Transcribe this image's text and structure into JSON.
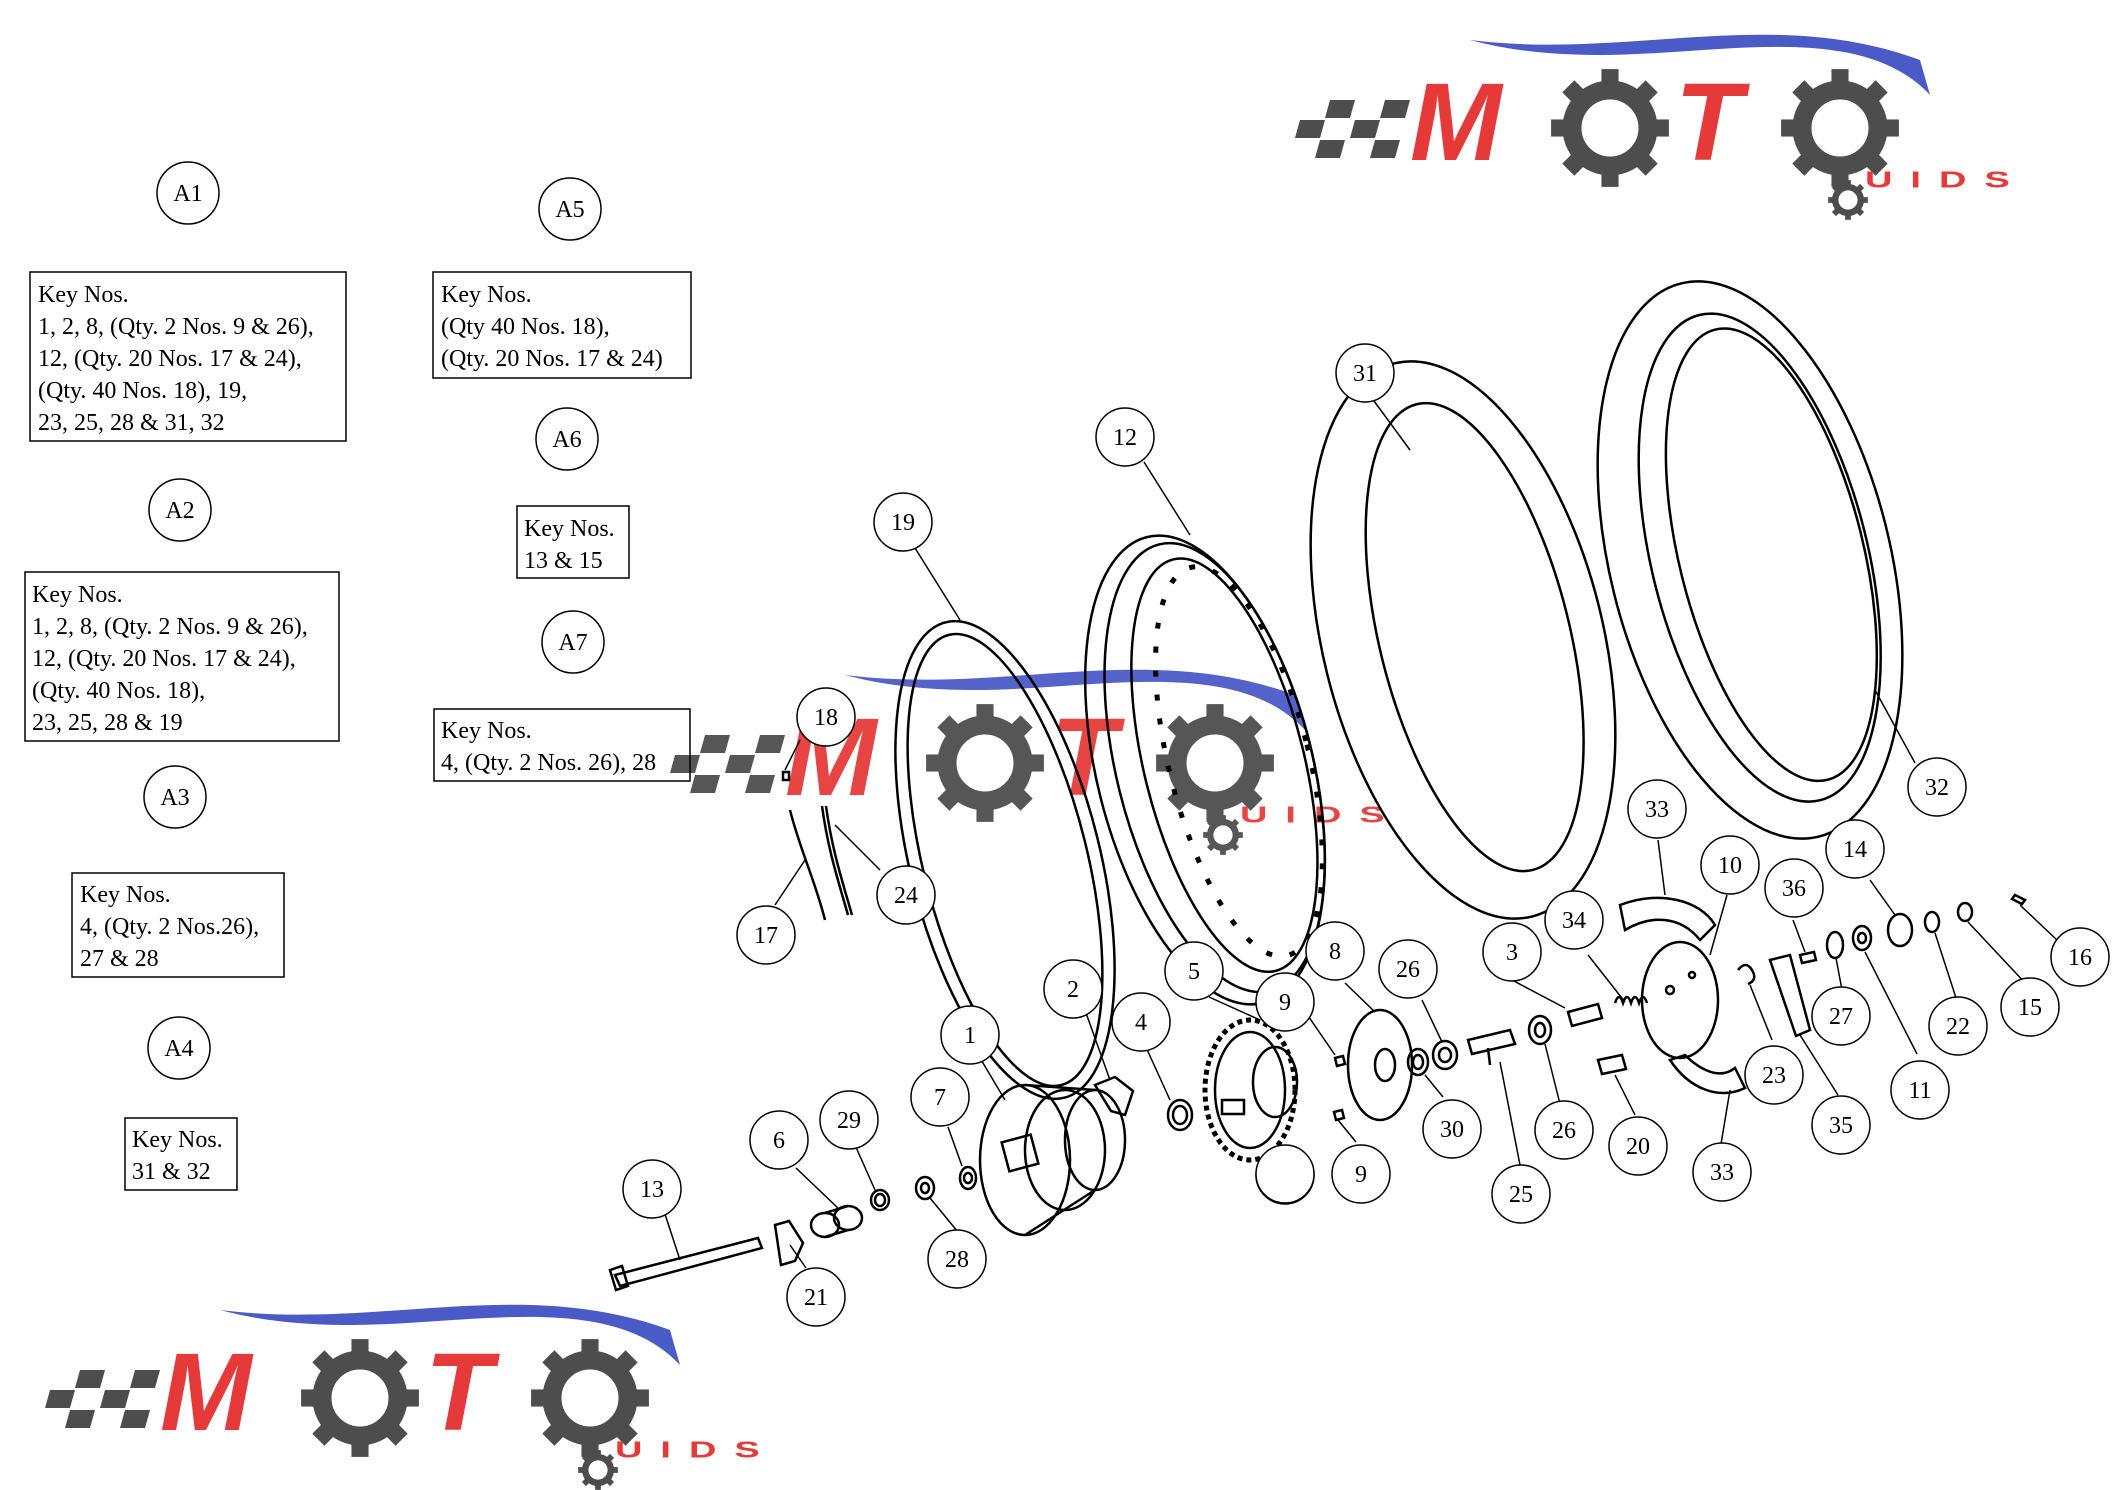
{
  "colors": {
    "ink": "#000000",
    "logo_red": "#e63a3a",
    "logo_dark": "#4d4d4d",
    "logo_blue": "#4a5bc8",
    "background": "#ffffff"
  },
  "logo": {
    "text_m": "M",
    "text_t": "T",
    "text_guids": "UIDS",
    "gear_icon": "gear-icon"
  },
  "assemblies": [
    {
      "id": "A1",
      "lines": [
        "Key Nos.",
        "1, 2, 8, (Qty. 2 Nos. 9 & 26),",
        "12, (Qty. 20 Nos. 17 & 24),",
        "(Qty. 40 Nos. 18), 19,",
        "23, 25, 28 & 31, 32"
      ]
    },
    {
      "id": "A2",
      "lines": [
        "Key Nos.",
        "1, 2, 8, (Qty. 2 Nos. 9 & 26),",
        "12, (Qty. 20 Nos. 17 & 24),",
        "(Qty. 40 Nos. 18),",
        "23, 25, 28 & 19"
      ]
    },
    {
      "id": "A3",
      "lines": [
        "Key Nos.",
        "4, (Qty. 2 Nos.26),",
        "27 & 28"
      ]
    },
    {
      "id": "A4",
      "lines": [
        "Key Nos.",
        "31 & 32"
      ]
    },
    {
      "id": "A5",
      "lines": [
        "Key Nos.",
        "(Qty 40 Nos. 18),",
        "(Qty. 20 Nos. 17 & 24)"
      ]
    },
    {
      "id": "A6",
      "lines": [
        "Key Nos.",
        "13 & 15"
      ]
    },
    {
      "id": "A7",
      "lines": [
        "Key Nos.",
        "4, (Qty. 2 Nos. 26), 28"
      ]
    }
  ],
  "part_labels": [
    "31",
    "12",
    "19",
    "18",
    "24",
    "17",
    "32",
    "33",
    "10",
    "36",
    "14",
    "16",
    "34",
    "3",
    "26",
    "8",
    "9",
    "5",
    "4",
    "2",
    "1",
    "7",
    "29",
    "6",
    "13",
    "21",
    "28",
    "9",
    "30",
    "25",
    "26",
    "20",
    "33",
    "23",
    "35",
    "11",
    "27",
    "22",
    "15"
  ]
}
